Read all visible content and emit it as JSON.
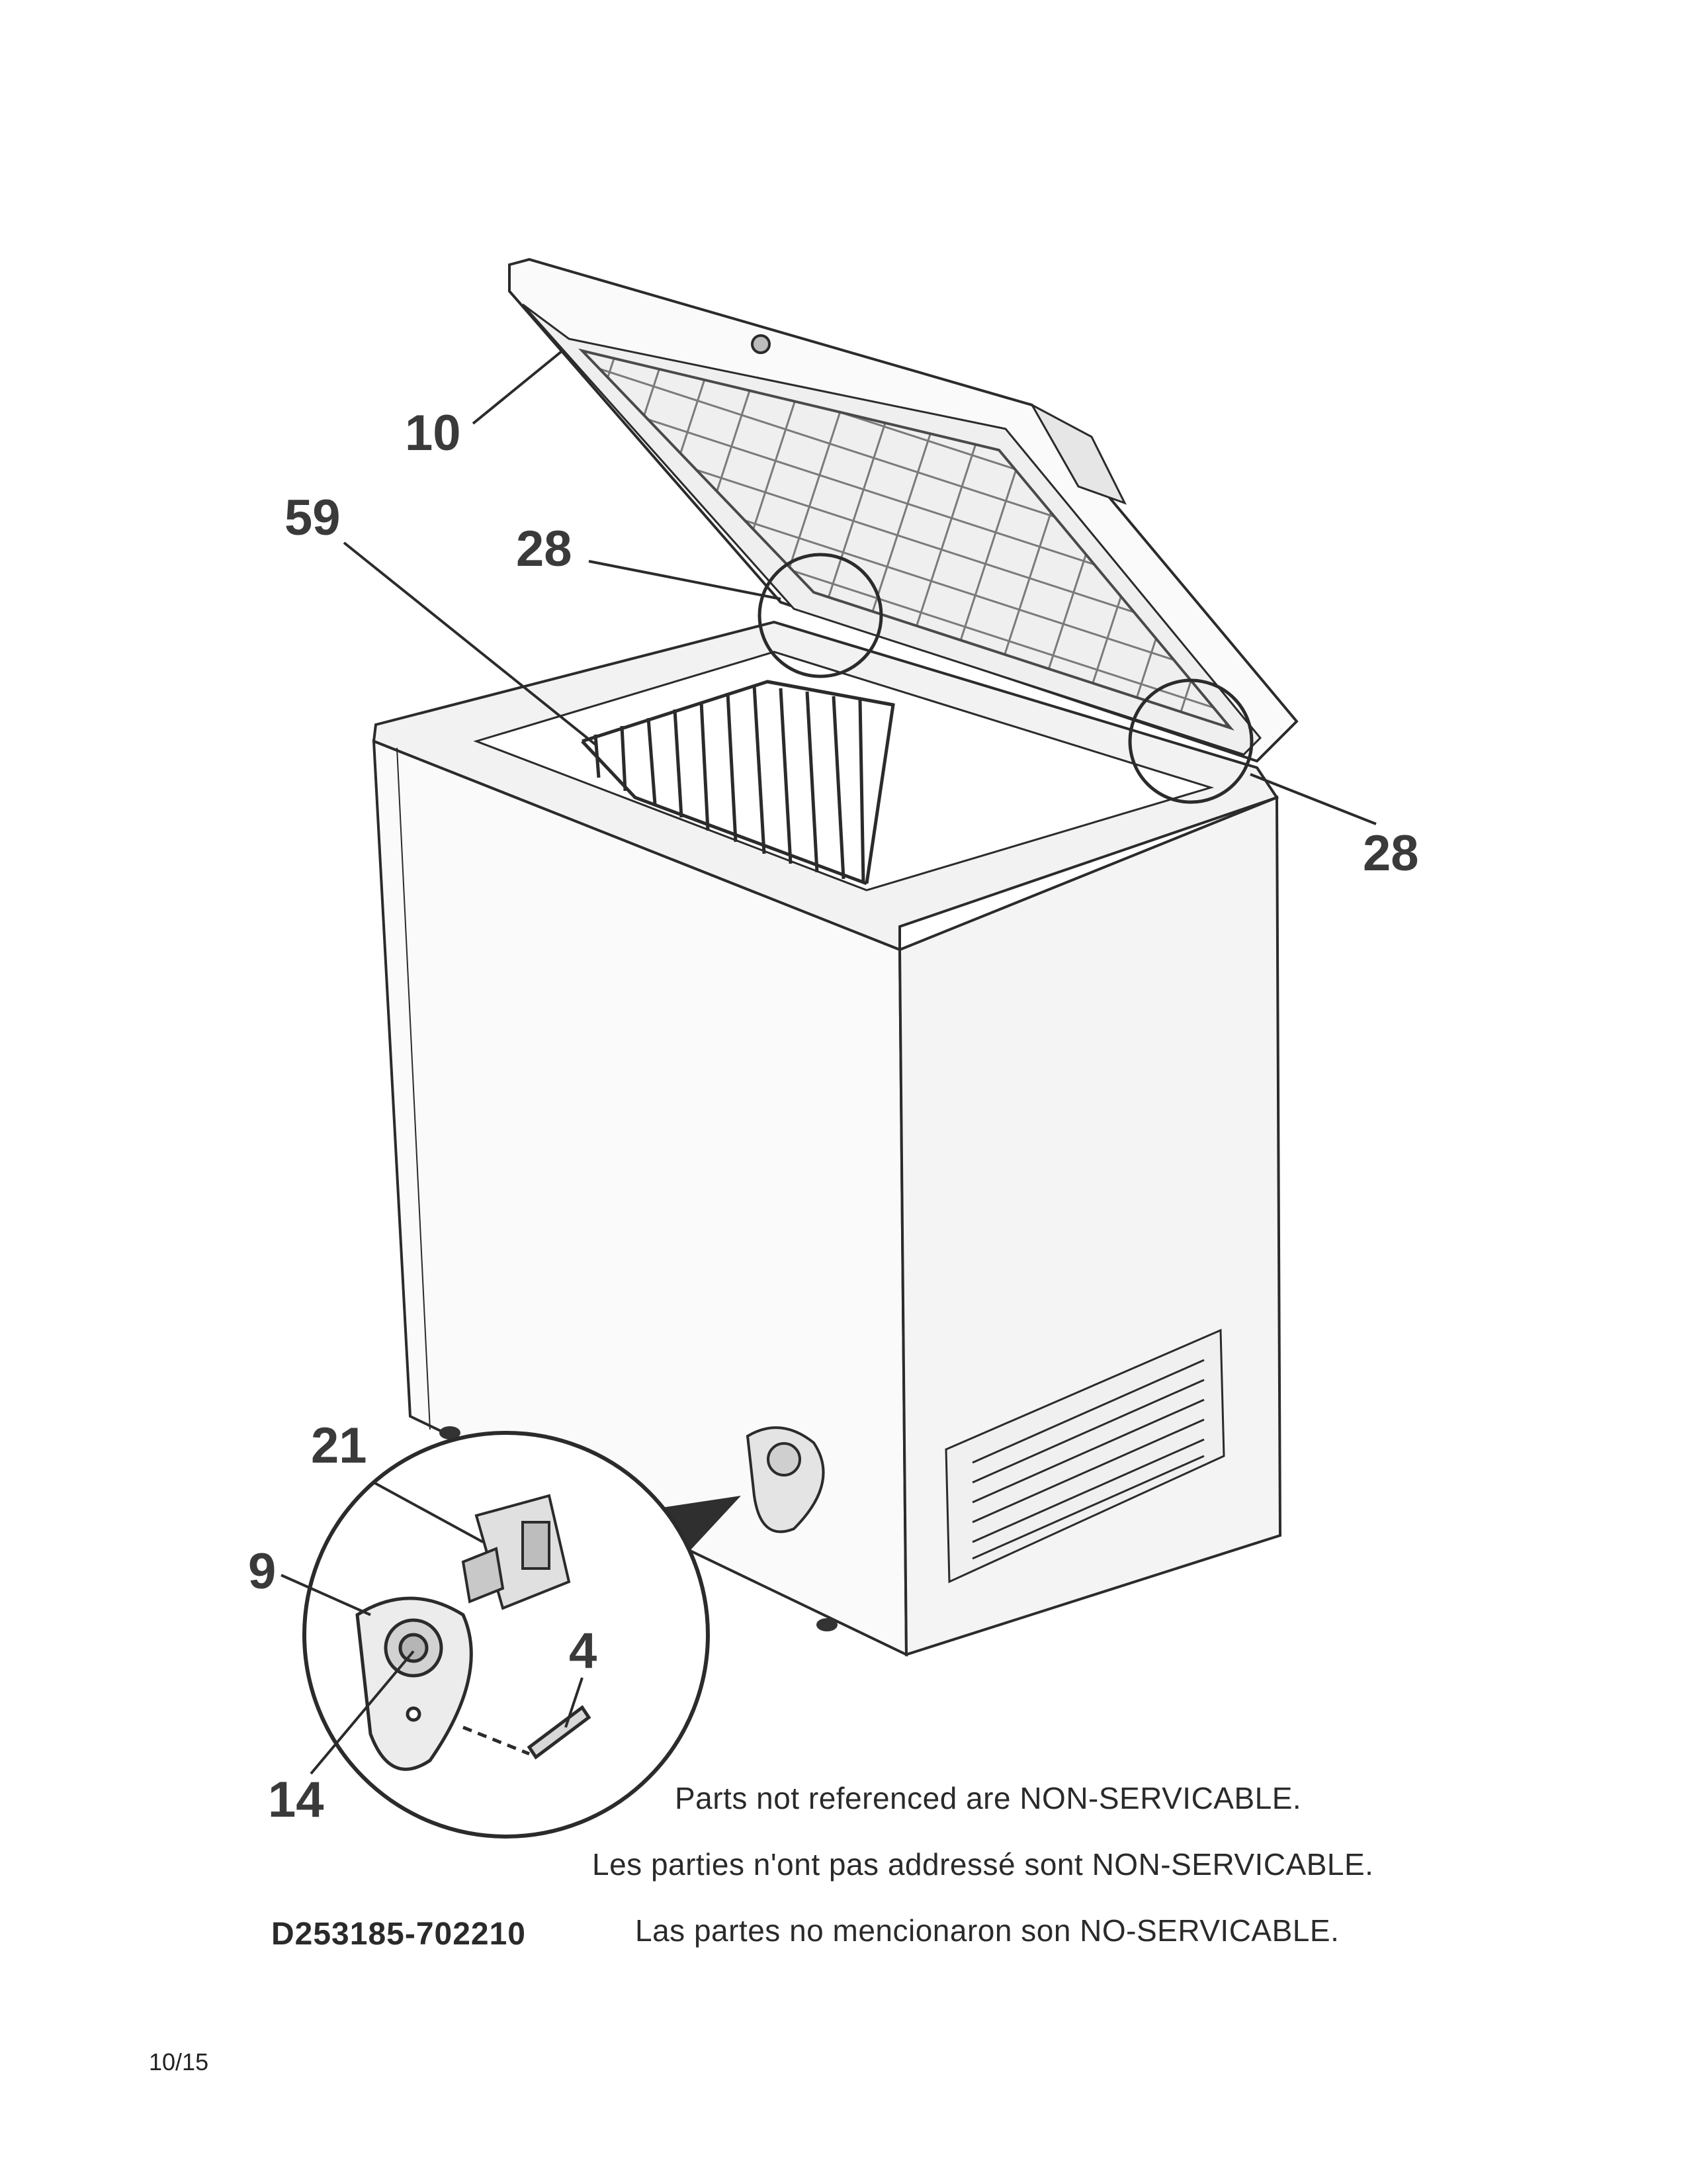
{
  "callouts": {
    "c10": "10",
    "c59": "59",
    "c28a": "28",
    "c28b": "28",
    "c21": "21",
    "c9": "9",
    "c4": "4",
    "c14": "14"
  },
  "notes": {
    "english": "Parts not referenced are NON-SERVICABLE.",
    "french": "Les parties n'ont pas addressé sont NON-SERVICABLE.",
    "spanish": "Las partes no mencionaron son NO-SERVICABLE."
  },
  "document_id": "D253185-702210",
  "page_number": "10/15"
}
